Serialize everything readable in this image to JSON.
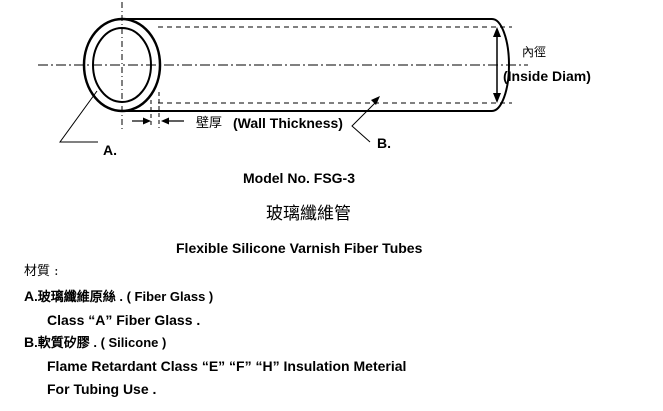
{
  "diagram": {
    "inner_diameter_cn": "內徑",
    "inner_diameter_en": "(Inside Diam)",
    "wall_thickness_cn": "壁厚",
    "wall_thickness_en": "(Wall Thickness)",
    "label_a": "A.",
    "label_b": "B."
  },
  "product": {
    "model": "Model No. FSG-3",
    "name_cn": "玻璃纖維管",
    "name_en": "Flexible Silicone Varnish Fiber Tubes"
  },
  "materials": {
    "heading": "材質 :",
    "a_key": "A",
    "a_text": ".玻璃纖維原絲 .  ( Fiber Glass )",
    "a_desc": "Class “A” Fiber Glass .",
    "b_key": "B",
    "b_text": ".軟質矽膠 .  ( Silicone )",
    "b_desc_1": "Flame Retardant Class “E” “F” “H” Insulation Meterial",
    "b_desc_2": "For Tubing Use ."
  }
}
